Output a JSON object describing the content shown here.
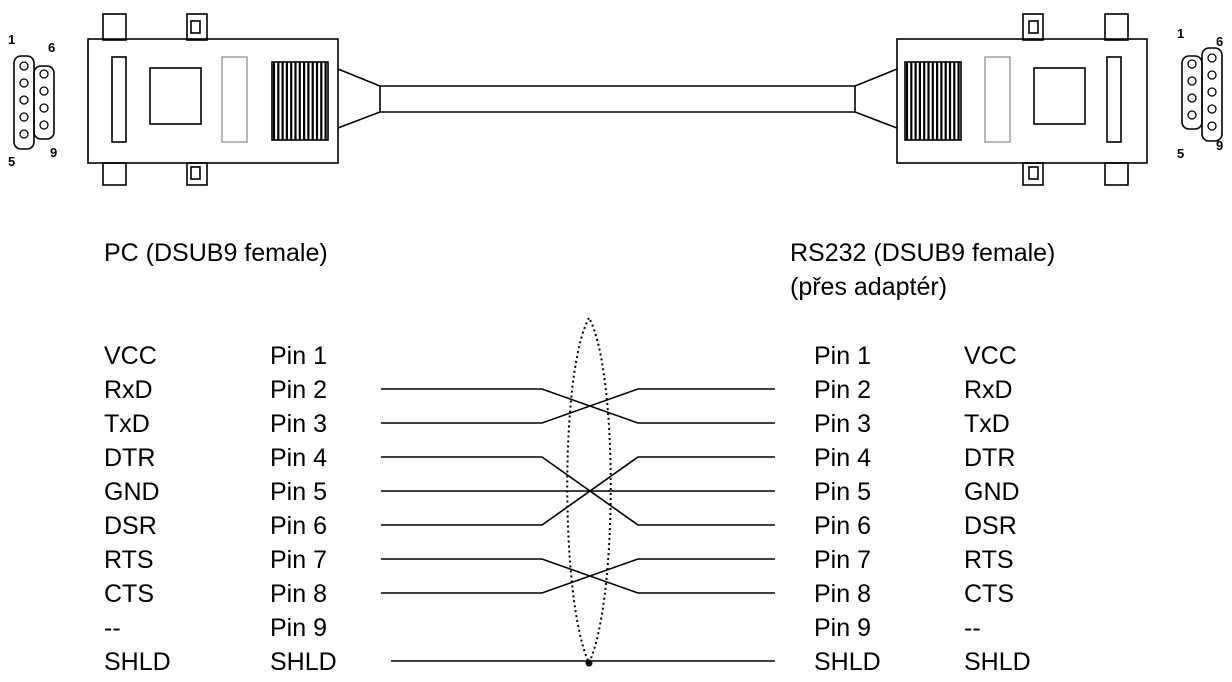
{
  "left_connector": {
    "title": "PC (DSUB9 female)",
    "pin_numbers": [
      "1",
      "6",
      "5",
      "9"
    ]
  },
  "right_connector": {
    "title": "RS232 (DSUB9 female)",
    "subtitle": "(přes adaptér)",
    "pin_numbers": [
      "1",
      "6",
      "5",
      "9"
    ]
  },
  "rows": [
    {
      "signal": "VCC",
      "pin": "Pin 1"
    },
    {
      "signal": "RxD",
      "pin": "Pin 2"
    },
    {
      "signal": "TxD",
      "pin": "Pin 3"
    },
    {
      "signal": "DTR",
      "pin": "Pin 4"
    },
    {
      "signal": "GND",
      "pin": "Pin 5"
    },
    {
      "signal": "DSR",
      "pin": "Pin 6"
    },
    {
      "signal": "RTS",
      "pin": "Pin 7"
    },
    {
      "signal": "CTS",
      "pin": "Pin 8"
    },
    {
      "signal": "--",
      "pin": "Pin 9"
    },
    {
      "signal": "SHLD",
      "pin": "SHLD"
    }
  ],
  "wiring": [
    {
      "from": "Pin 2",
      "to": "Pin 3"
    },
    {
      "from": "Pin 3",
      "to": "Pin 2"
    },
    {
      "from": "Pin 4",
      "to": "Pin 6"
    },
    {
      "from": "Pin 5",
      "to": "Pin 5"
    },
    {
      "from": "Pin 6",
      "to": "Pin 4"
    },
    {
      "from": "Pin 7",
      "to": "Pin 8"
    },
    {
      "from": "Pin 8",
      "to": "Pin 7"
    },
    {
      "from": "SHLD",
      "to": "SHLD"
    }
  ]
}
